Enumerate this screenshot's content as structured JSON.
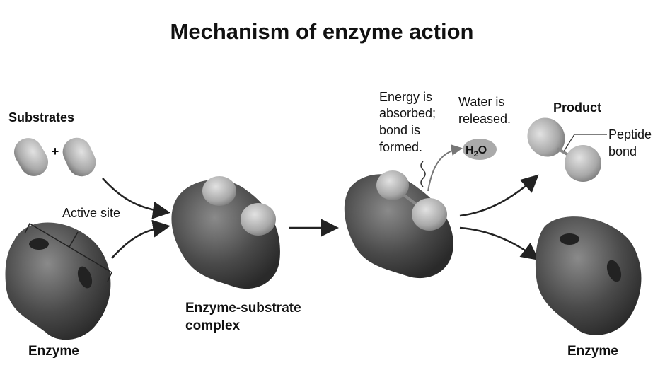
{
  "title": "Mechanism of enzyme action",
  "labels": {
    "substrates": "Substrates",
    "plus": "+",
    "active_site": "Active site",
    "enzyme_left": "Enzyme",
    "complex_line1": "Enzyme-substrate",
    "complex_line2": "complex",
    "energy_lines": [
      "Energy is",
      "absorbed;",
      "bond is",
      "formed."
    ],
    "water_lines": [
      "Water is",
      "released."
    ],
    "h2o": {
      "pre": "H",
      "sub": "2",
      "post": "O"
    },
    "product": "Product",
    "peptide_lines": [
      "Peptide",
      "bond"
    ],
    "enzyme_right": "Enzyme"
  }
}
